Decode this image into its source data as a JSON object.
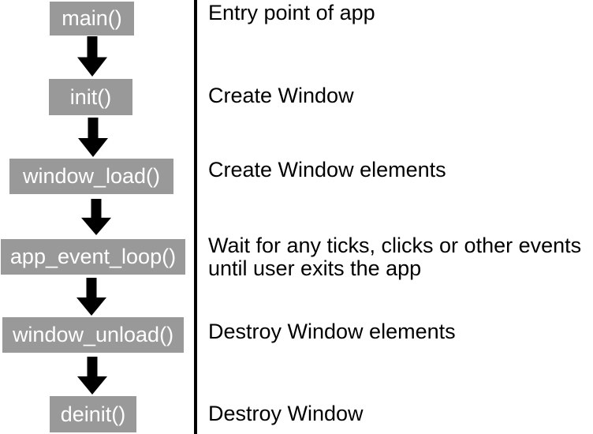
{
  "colors": {
    "box_bg": "#999999",
    "box_text": "#ffffff",
    "arrow": "#000000",
    "divider": "#000000",
    "description_text": "#000000",
    "background": "#ffffff"
  },
  "steps": [
    {
      "function": "main()",
      "description": "Entry point of app"
    },
    {
      "function": "init()",
      "description": "Create Window"
    },
    {
      "function": "window_load()",
      "description": "Create Window elements"
    },
    {
      "function": "app_event_loop()",
      "description": "Wait for any ticks, clicks or other events until user exits the app"
    },
    {
      "function": "window_unload()",
      "description": "Destroy Window elements"
    },
    {
      "function": "deinit()",
      "description": "Destroy Window"
    }
  ]
}
